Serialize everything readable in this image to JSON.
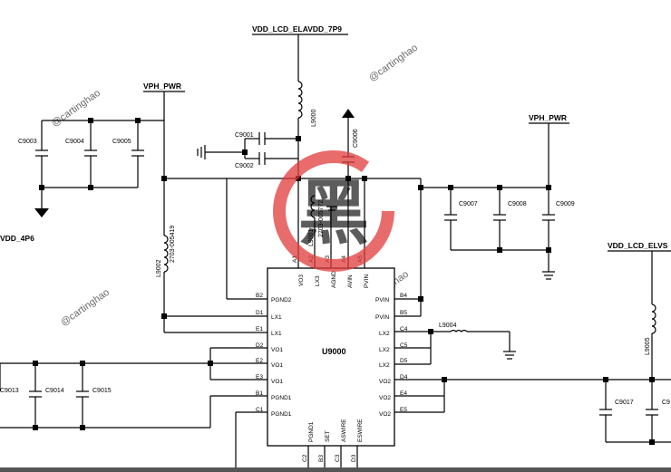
{
  "nets": {
    "vdd_lcd_elavdd_7p9": "VDD_LCD_ELAVDD_7P9",
    "vph_pwr_left": "VPH_PWR",
    "vph_pwr_right": "VPH_PWR",
    "vdd_4p6": "VDD_4P6",
    "vdd_lcd_elvs": "VDD_LCD_ELVS"
  },
  "ic": {
    "ref": "U9000",
    "left_pins": [
      {
        "num": "B2",
        "name": "PGND2"
      },
      {
        "num": "D1",
        "name": "LX1"
      },
      {
        "num": "E1",
        "name": "LX1"
      },
      {
        "num": "D2",
        "name": "VO1"
      },
      {
        "num": "E2",
        "name": "VO1"
      },
      {
        "num": "E3",
        "name": "VO1"
      },
      {
        "num": "B1",
        "name": "PGND1"
      },
      {
        "num": "C1",
        "name": "PGND1"
      }
    ],
    "right_pins": [
      {
        "num": "B4",
        "name": "PVIN"
      },
      {
        "num": "B5",
        "name": "PVIN"
      },
      {
        "num": "C4",
        "name": "LX2"
      },
      {
        "num": "C5",
        "name": "LX2"
      },
      {
        "num": "D5",
        "name": "LX2"
      },
      {
        "num": "D4",
        "name": "VO2"
      },
      {
        "num": "E4",
        "name": "VO2"
      },
      {
        "num": "E5",
        "name": "VO2"
      }
    ],
    "top_pins": [
      {
        "num": "A1",
        "name": "VO3"
      },
      {
        "num": "A2",
        "name": "LX3"
      },
      {
        "num": "A3",
        "name": "AGND"
      },
      {
        "num": "A4",
        "name": "AVIN"
      },
      {
        "num": "A5",
        "name": "PVIN"
      }
    ],
    "bottom_pins": [
      {
        "num": "C2",
        "name": "PGND1"
      },
      {
        "num": "B3",
        "name": "SET"
      },
      {
        "num": "C3",
        "name": "ASWIRE"
      },
      {
        "num": "D3",
        "name": "ESWIRE"
      }
    ]
  },
  "capacitors": {
    "c9001": "C9001",
    "c9002": "C9002",
    "c9003": "C9003",
    "c9004": "C9004",
    "c9005": "C9005",
    "c9006": "C9006",
    "c9007": "C9007",
    "c9008": "C9008",
    "c9009": "C9009",
    "c9013": "C9013",
    "c9014": "C9014",
    "c9015": "C9015",
    "c9017": "C9017",
    "c9018": "C9"
  },
  "inductors": {
    "l9000": "L9000",
    "l9001": "L9001",
    "l9001_part": "2703-005772",
    "l9002": "L9002",
    "l9002_part": "2703-005419",
    "l9004": "L9004",
    "l9005": "L9005"
  },
  "watermarks": [
    "@cartinghao",
    "@cartinghao",
    "@cartinghao",
    "@cartinghao"
  ],
  "logo_mark": "黑",
  "colors": {
    "logo_ring": "#e23b3b",
    "logo_glyph": "#3a3a3a",
    "watermark": "#b8b8b8",
    "wire": "#000000"
  }
}
